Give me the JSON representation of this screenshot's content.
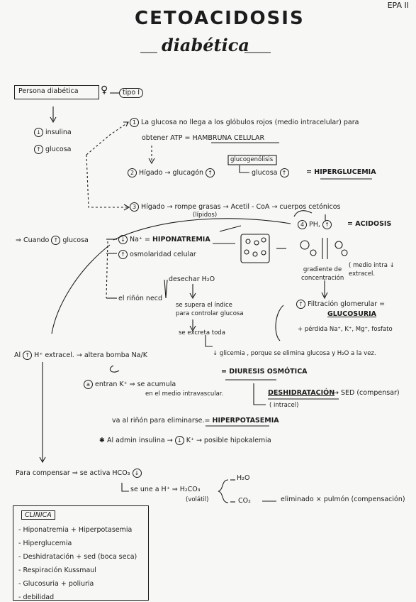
{
  "header": {
    "corner": "EPA II",
    "title": "CETOACIDOSIS",
    "subtitle": "diabética"
  },
  "flow": {
    "persona": "Persona diabética",
    "tipo": "tipo I",
    "insulina": "insulina",
    "glucosa": "glucosa",
    "n1_line1": "La glucosa no llega a los glóbulos rojos (medio intracelular) para",
    "n1_line2a": "obtener ATP =",
    "n1_line2b": "HAMBRUNA CELULAR",
    "glucogenolisis": "glucogenólisis",
    "n2_text": "Hígado → glucagón",
    "n2_glucosa": "glucosa",
    "n2_result": "= HIPERGLUCEMIA",
    "n3_text": "Hígado → rompe grasas → Acetil - CoA → cuerpos cetónicos",
    "lipidos": "(lípidos)",
    "n4_text": "PH,",
    "n4_result": "= ACIDOSIS",
    "cuando": "⇒ Cuando",
    "cuando_glucosa": "glucosa",
    "na_text": "Na⁺ =",
    "hiponatremia": "HIPONATREMIA",
    "osmolaridad": "osmolaridad celular",
    "gradiente": "gradiente de concentración",
    "medio": "( medio intra ↓ extracel.",
    "rinon": "el riñón necd",
    "desechar": "desechar H₂O",
    "supera1": "se supera el índice",
    "supera2": "para controlar glucosa",
    "excreta": "se excreta toda",
    "filtracion": "Filtración glomerular =",
    "glucosuria": "GLUCOSURIA",
    "perdida": "+ pérdida Na⁺, K⁺, Mg⁺, fosfato",
    "glicemia": "↓ glicemia , porque se elimina glucosa y H₂O a la vez.",
    "diuresis": "= DIURESIS OSMÓTICA",
    "al_h": "Al",
    "al_h2": "H⁺ extracel. → altera bomba Na/K",
    "entran": "entran K⁺ ⇒ se acumula",
    "medio_intra": "en el medio intravascular.",
    "deshidratacion": "DESHIDRATACIÓN",
    "intracel": "( intracel)",
    "sed": "→ SED (compensar)",
    "rinon_elim": "va al riñón para eliminarse.=",
    "hiperpotasemia": "HIPERPOTASEMIA",
    "admin": "✱ Al admin insulina →",
    "k_pos": "K⁺ → posible hipokalemia",
    "compensar": "Para compensar ⇒ se activa HCO₃",
    "une": "se une a H⁺ ⇒ H₂CO₃",
    "volatil": "(volátil)",
    "h2o": "H₂O",
    "co2": "CO₂",
    "eliminado": "eliminado × pulmón (compensación)"
  },
  "clinica": {
    "title": "CLÍNICA",
    "items": [
      "- Hiponatremia + Hiperpotasemia",
      "- Hiperglucemia",
      "- Deshidratación + sed (boca seca)",
      "- Respiración Kussmaul",
      "- Glucosuria + poliuria",
      "- debilidad"
    ]
  },
  "symbols": {
    "up": "↑",
    "down": "↓",
    "one": "1",
    "two": "2",
    "three": "3",
    "four": "4",
    "a": "a"
  }
}
